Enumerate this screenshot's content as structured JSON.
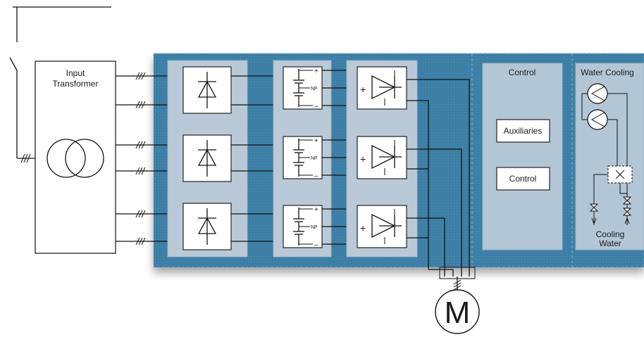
{
  "labels": {
    "input_transformer_line1": "Input",
    "input_transformer_line2": "Transformer",
    "control_title": "Control",
    "water_cooling_title": "Water Cooling",
    "auxiliaries": "Auxiliaries",
    "control_box": "Control",
    "cooling_water_line1": "Cooling",
    "cooling_water_line2": "Water",
    "motor": "M",
    "capacitor_plus": "+",
    "capacitor_np": "NP",
    "capacitor_minus": "–",
    "inverter_plus": "+"
  },
  "colors": {
    "cabinet_blue": "#3d7fa6",
    "cabinet_blue_dark": "#2f6b90",
    "module_panel": "#b9c9d8",
    "control_panel": "#b3c6d6",
    "wire": "#111111"
  },
  "icons": {
    "transformer": "transformer-icon",
    "rectifier": "diode-icon",
    "dc_link": "capacitor-icon",
    "inverter": "thyristor-icon",
    "pump": "pump-icon",
    "heat_exchanger": "heat-exchanger-icon",
    "valve": "valve-icon",
    "motor": "motor-icon"
  }
}
